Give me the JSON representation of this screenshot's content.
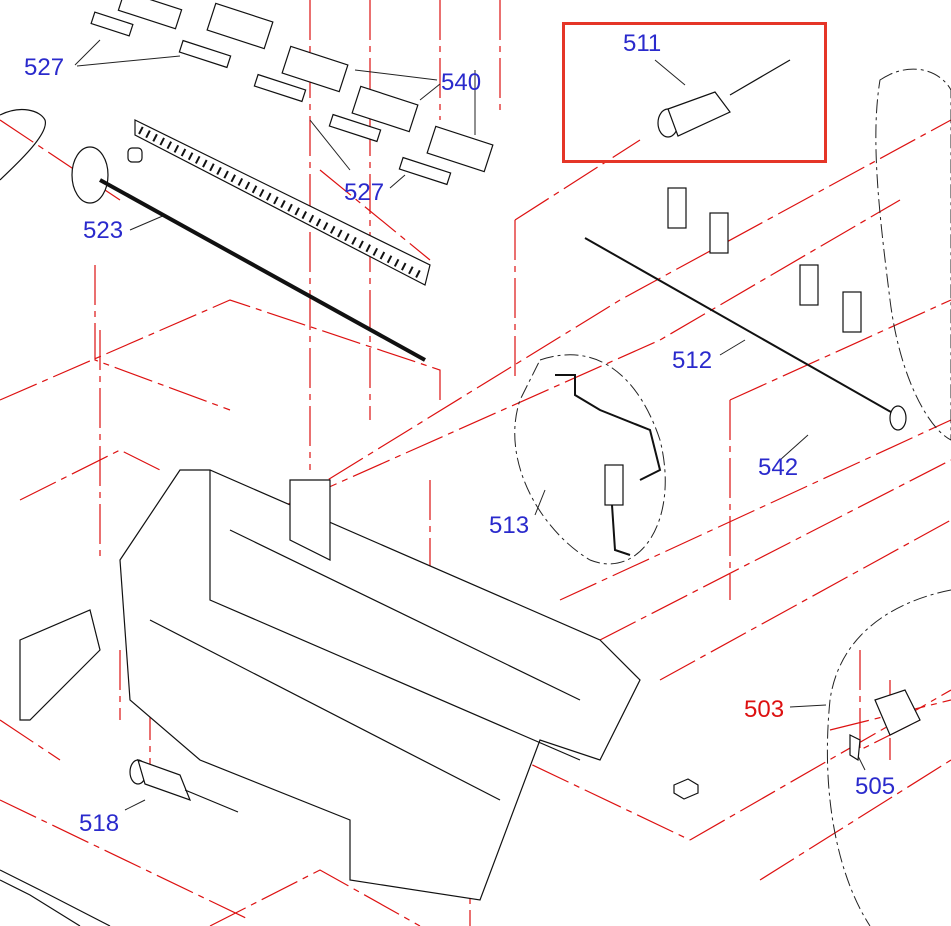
{
  "diagram": {
    "title": "Exploded parts diagram – printer frame assembly",
    "highlight_color": "#e53527",
    "label_color": "#2a2acc",
    "assembly_label_color": "#dd1111",
    "highlighted_part": "511",
    "labels": [
      {
        "id": "527a",
        "text": "527",
        "kind": "part"
      },
      {
        "id": "540",
        "text": "540",
        "kind": "part"
      },
      {
        "id": "527b",
        "text": "527",
        "kind": "part"
      },
      {
        "id": "511",
        "text": "511",
        "kind": "part"
      },
      {
        "id": "523",
        "text": "523",
        "kind": "part"
      },
      {
        "id": "512",
        "text": "512",
        "kind": "part"
      },
      {
        "id": "542",
        "text": "542",
        "kind": "part"
      },
      {
        "id": "513",
        "text": "513",
        "kind": "part"
      },
      {
        "id": "503",
        "text": "503",
        "kind": "assembly"
      },
      {
        "id": "505",
        "text": "505",
        "kind": "part"
      },
      {
        "id": "518",
        "text": "518",
        "kind": "part"
      }
    ]
  }
}
